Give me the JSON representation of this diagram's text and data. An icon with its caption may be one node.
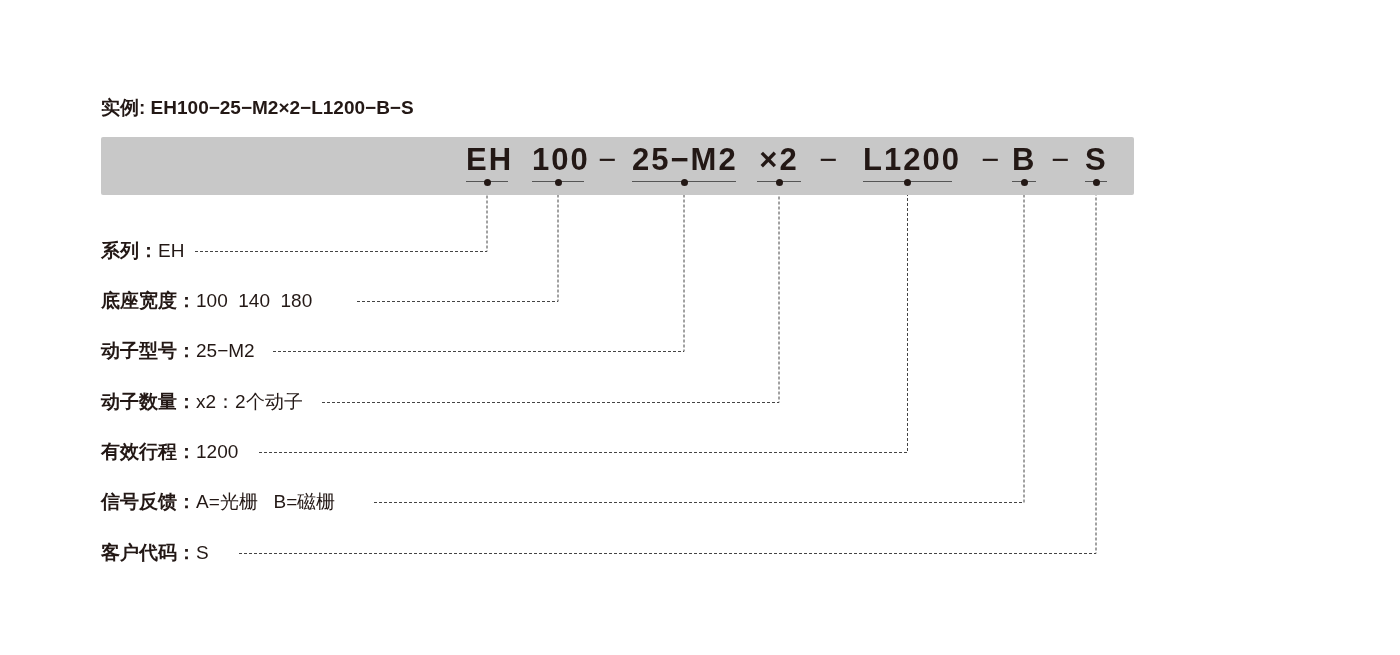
{
  "diagram": {
    "title": "实例: EH100−25−M2×2−L1200−B−S",
    "nodes": [
      {
        "text": [],
        "shape": "bar"
      },
      {
        "text": [
          "EH"
        ],
        "in": 0
      },
      {
        "text": [
          "100"
        ],
        "in": 0
      },
      {
        "text": [
          "25−M2"
        ],
        "in": 0
      },
      {
        "text": [
          "×2"
        ],
        "in": 0
      },
      {
        "text": [
          "L1200"
        ],
        "in": 0
      },
      {
        "text": [
          "B"
        ],
        "in": 0
      },
      {
        "text": [
          "S"
        ],
        "in": 0
      },
      {
        "text": [
          "**系列：**EH"
        ]
      },
      {
        "text": [
          "**底座宽度：**100  140  180"
        ]
      },
      {
        "text": [
          "**动子型号：**25−M2"
        ]
      },
      {
        "text": [
          "**动子数量：**x2：2个动子"
        ]
      },
      {
        "text": [
          "**有效行程：**1200"
        ]
      },
      {
        "text": [
          "**信号反馈：**A=光栅   B=磁栅"
        ]
      },
      {
        "text": [
          "**客户代码：**S"
        ]
      }
    ],
    "edges": [
      {
        "from": 8,
        "to": 1,
        "arrow": "none",
        "style": "dashed"
      },
      {
        "from": 9,
        "to": 2,
        "arrow": "none",
        "style": "dashed"
      },
      {
        "from": 10,
        "to": 3,
        "arrow": "none",
        "style": "dashed"
      },
      {
        "from": 11,
        "to": 4,
        "arrow": "none",
        "style": "dashed"
      },
      {
        "from": 12,
        "to": 5,
        "arrow": "none",
        "style": "dashed"
      },
      {
        "from": 13,
        "to": 6,
        "arrow": "none",
        "style": "dashed"
      },
      {
        "from": 14,
        "to": 7,
        "arrow": "none",
        "style": "dashed"
      }
    ],
    "labels": [
      "−",
      "−",
      "−",
      "−"
    ]
  }
}
